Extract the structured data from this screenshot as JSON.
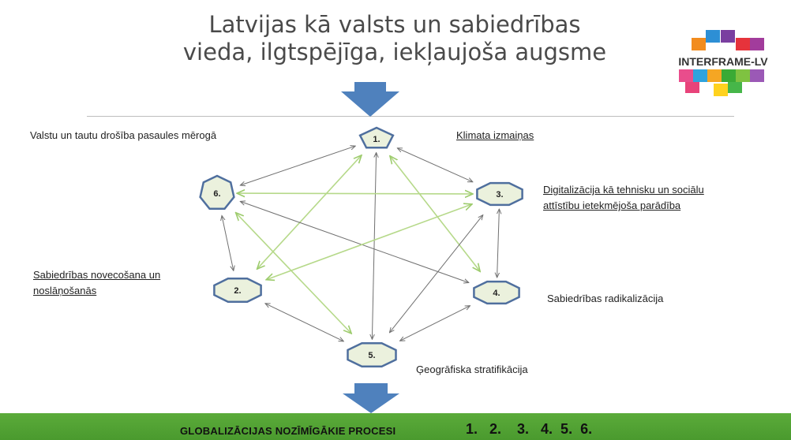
{
  "title": {
    "line1": "Latvijas kā valsts un sabiedrības",
    "line2": "vieda, ilgtspējīga, iekļaujoša augsme"
  },
  "logo": {
    "text": "INTERFRAME-LV"
  },
  "colors": {
    "arrow_blue": "#4f81bd",
    "node_fill": "#ebf1dd",
    "node_stroke": "#4f6f9e",
    "link_dark": "#707070",
    "link_green": "#b6d98a",
    "banner_green": "#55a536"
  },
  "labels": {
    "security": "Valstu un tautu drošība pasaules mērogā",
    "climate": "Klimata izmaiņas",
    "digital_1": "Digitalizācija kā tehnisku un sociālu",
    "digital_2": "attīstību ietekmējoša parādība",
    "aging_1": "Sabiedrības novecošana un",
    "aging_2": "noslāņošanās",
    "radical": "Sabiedrības radikalizācija",
    "geo": "Ģeogrāfiska stratifikācija"
  },
  "nodes": [
    {
      "id": "1",
      "label": "1."
    },
    {
      "id": "2",
      "label": "2."
    },
    {
      "id": "3",
      "label": "3."
    },
    {
      "id": "4",
      "label": "4."
    },
    {
      "id": "5",
      "label": "5."
    },
    {
      "id": "6",
      "label": "6."
    }
  ],
  "links": [
    {
      "from": "1",
      "to": "6",
      "kind": "dark"
    },
    {
      "from": "1",
      "to": "3",
      "kind": "dark"
    },
    {
      "from": "1",
      "to": "5",
      "kind": "dark"
    },
    {
      "from": "1",
      "to": "2",
      "kind": "green"
    },
    {
      "from": "1",
      "to": "4",
      "kind": "green"
    },
    {
      "from": "6",
      "to": "2",
      "kind": "dark"
    },
    {
      "from": "6",
      "to": "4",
      "kind": "dark"
    },
    {
      "from": "6",
      "to": "3",
      "kind": "green"
    },
    {
      "from": "6",
      "to": "5",
      "kind": "green"
    },
    {
      "from": "3",
      "to": "4",
      "kind": "dark"
    },
    {
      "from": "3",
      "to": "5",
      "kind": "dark"
    },
    {
      "from": "3",
      "to": "2",
      "kind": "green"
    },
    {
      "from": "2",
      "to": "5",
      "kind": "dark"
    },
    {
      "from": "4",
      "to": "5",
      "kind": "dark"
    }
  ],
  "banner": {
    "text": "GLOBALIZĀCIJAS NOZĪMĪGĀKIE PROCESI",
    "numbers": "1.   2.    3.   4.  5.  6."
  }
}
